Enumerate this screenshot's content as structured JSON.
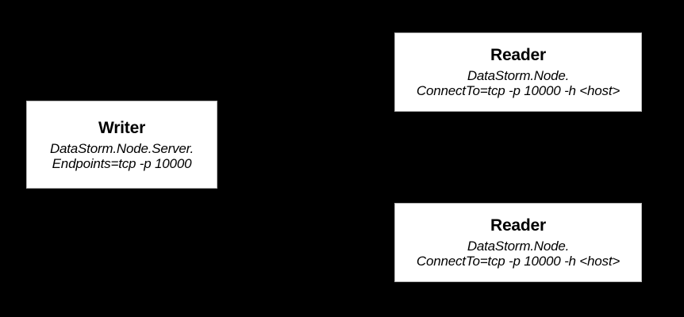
{
  "diagram": {
    "background_color": "#000000",
    "box_background_color": "#ffffff",
    "box_border_color": "#b3b3b3",
    "text_color": "#000000",
    "nodes": [
      {
        "id": "writer",
        "title": "Writer",
        "config_lines": [
          "DataStorm.Node.Server.",
          "Endpoints=tcp -p 10000"
        ]
      },
      {
        "id": "reader-1",
        "title": "Reader",
        "config_lines": [
          "DataStorm.Node.",
          "ConnectTo=tcp -p 10000 -h <host>"
        ]
      },
      {
        "id": "reader-2",
        "title": "Reader",
        "config_lines": [
          "DataStorm.Node.",
          "ConnectTo=tcp -p 10000 -h <host>"
        ]
      }
    ]
  }
}
